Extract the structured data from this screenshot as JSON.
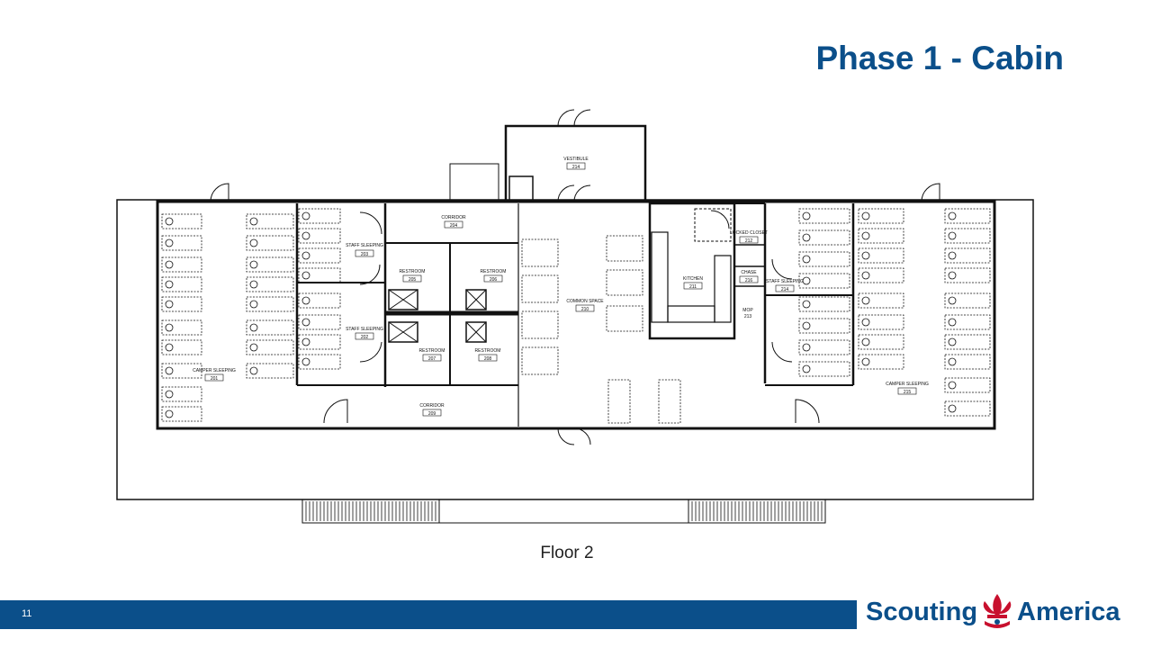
{
  "slide": {
    "title": "Phase 1 - Cabin",
    "caption": "Floor 2",
    "page_number": "11"
  },
  "logo": {
    "text_left": "Scouting",
    "text_right": "America",
    "emblem": "fleur-de-lis-icon"
  },
  "colors": {
    "brand_blue": "#0b4f8a",
    "logo_red": "#c8102e"
  },
  "rooms": [
    {
      "name": "VESTIBULE",
      "number": "214"
    },
    {
      "name": "CORRIDOR",
      "number": "204"
    },
    {
      "name": "STAFF SLEEPING",
      "number": "203"
    },
    {
      "name": "RESTROOM",
      "number": "205"
    },
    {
      "name": "RESTROOM",
      "number": "206"
    },
    {
      "name": "STAFF SLEEPING",
      "number": "202"
    },
    {
      "name": "RESTROOM",
      "number": "207"
    },
    {
      "name": "RESTROOM",
      "number": "208"
    },
    {
      "name": "CAMPER SLEEPING",
      "number": "201"
    },
    {
      "name": "CORRIDOR",
      "number": "209"
    },
    {
      "name": "COMMON SPACE",
      "number": "210"
    },
    {
      "name": "KITCHEN",
      "number": "211"
    },
    {
      "name": "LOCKED CLOSET",
      "number": "212"
    },
    {
      "name": "CHASE",
      "number": "216"
    },
    {
      "name": "MOP",
      "number": "213"
    },
    {
      "name": "STAFF SLEEPING",
      "number": "214"
    },
    {
      "name": "CAMPER SLEEPING",
      "number": "215"
    }
  ]
}
